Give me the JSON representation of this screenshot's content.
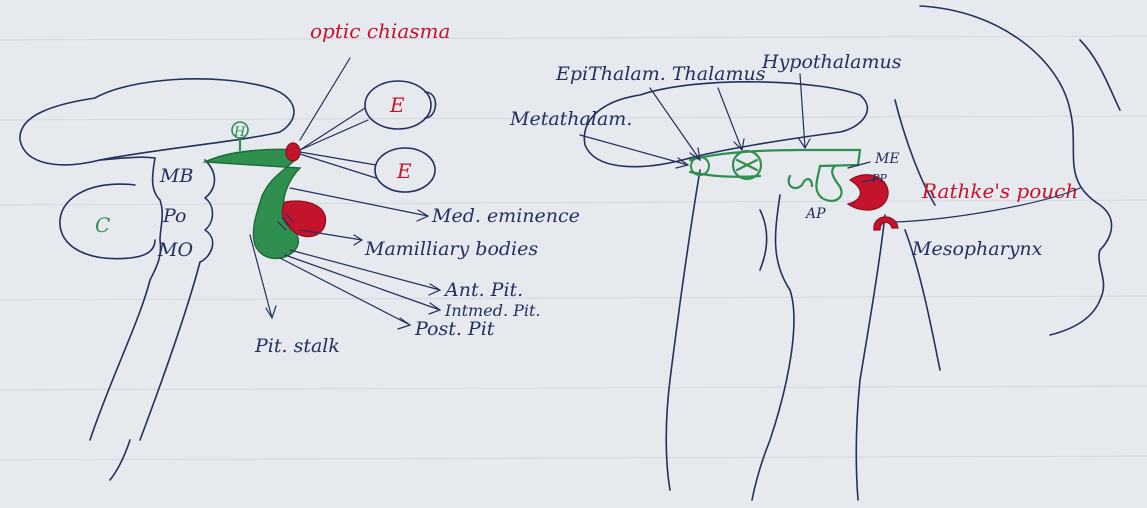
{
  "left_diagram": {
    "title_label": "optic chiasma",
    "region_labels": {
      "mid_brain": "MB",
      "pons": "Po",
      "medulla": "MO",
      "cerebellum": "C",
      "hypothalamus_marker": "H"
    },
    "eye_labels": [
      "E",
      "E"
    ],
    "pointer_labels": {
      "median_eminence": "Med. eminence",
      "mammillary_bodies": "Mamilliary bodies",
      "anterior_pituitary": "Ant. Pit.",
      "intermediate_pituitary": "Intmed. Pit.",
      "posterior_pituitary": "Post. Pit",
      "pituitary_stalk": "Pit. stalk"
    }
  },
  "right_diagram": {
    "top_labels": {
      "epithalamus_thalamus": "EpiThalam. Thalamus",
      "hypothalamus": "Hypothalamus",
      "metathalamus": "Metathalam."
    },
    "structure_labels": {
      "median_eminence": "ME",
      "posterior_pituitary": "PP",
      "anterior_pituitary": "AP"
    },
    "rathkes_pouch": "Rathke's pouch",
    "mesopharynx": "Mesopharynx"
  },
  "colors": {
    "paper": "#e6e9ee",
    "ink": "#24305e",
    "green": "#2f8f4e",
    "red": "#c4142c"
  }
}
